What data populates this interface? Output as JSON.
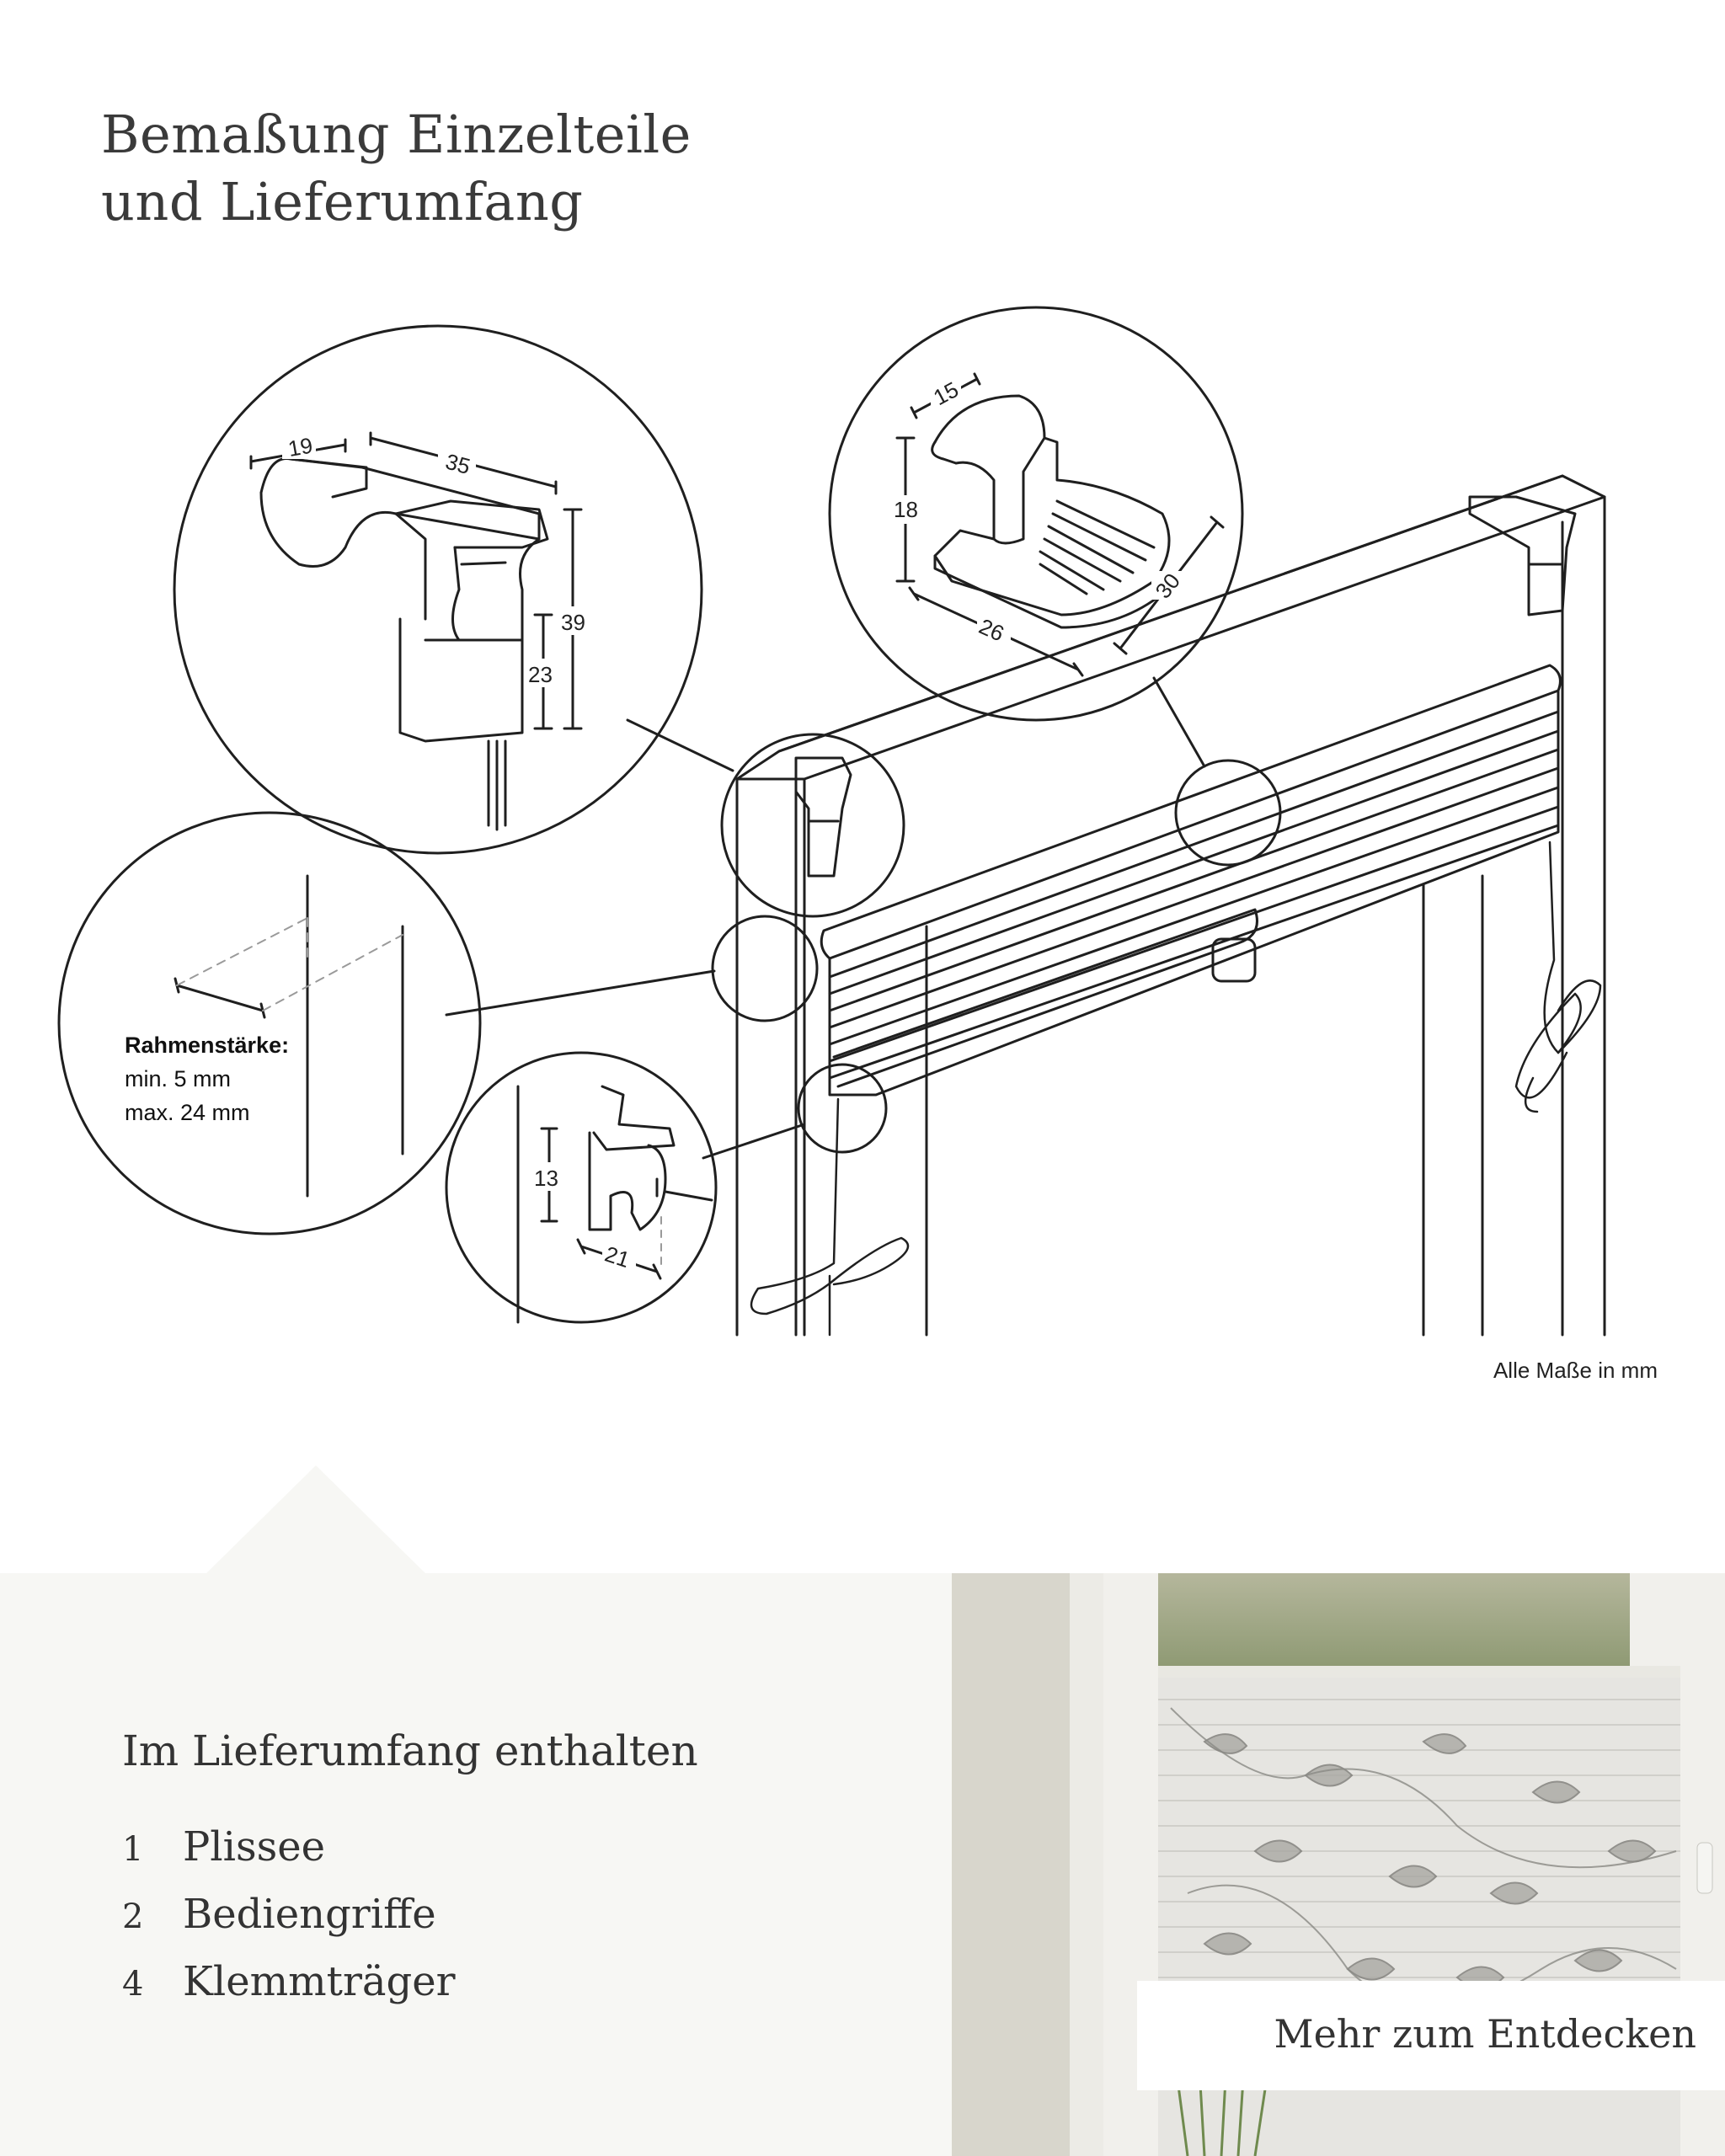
{
  "title": {
    "line1": "Bemaßung Einzelteile",
    "line2": "und Lieferumfang"
  },
  "drawing": {
    "clip_dims": {
      "width": "19",
      "length": "35",
      "height_total": "39",
      "height_body": "23"
    },
    "handle_dims": {
      "top": "15",
      "height": "18",
      "depth": "26",
      "width": "30"
    },
    "frame_label": "Rahmenstärke:",
    "frame_min": "min. 5 mm",
    "frame_max": "max. 24 mm",
    "rail_dims": {
      "height": "13",
      "width": "21"
    }
  },
  "note": "Alle Maße in mm",
  "scope": {
    "title": "Im Lieferumfang enthalten",
    "items": [
      {
        "qty": "1",
        "label": "Plissee"
      },
      {
        "qty": "2",
        "label": "Bediengriffe"
      },
      {
        "qty": "4",
        "label": "Klemmträger"
      }
    ]
  },
  "cta": "Mehr zum Entdecken",
  "colors": {
    "background": "#ffffff",
    "panel": "#f7f7f4",
    "line": "#1f1f1f",
    "text": "#333333"
  }
}
